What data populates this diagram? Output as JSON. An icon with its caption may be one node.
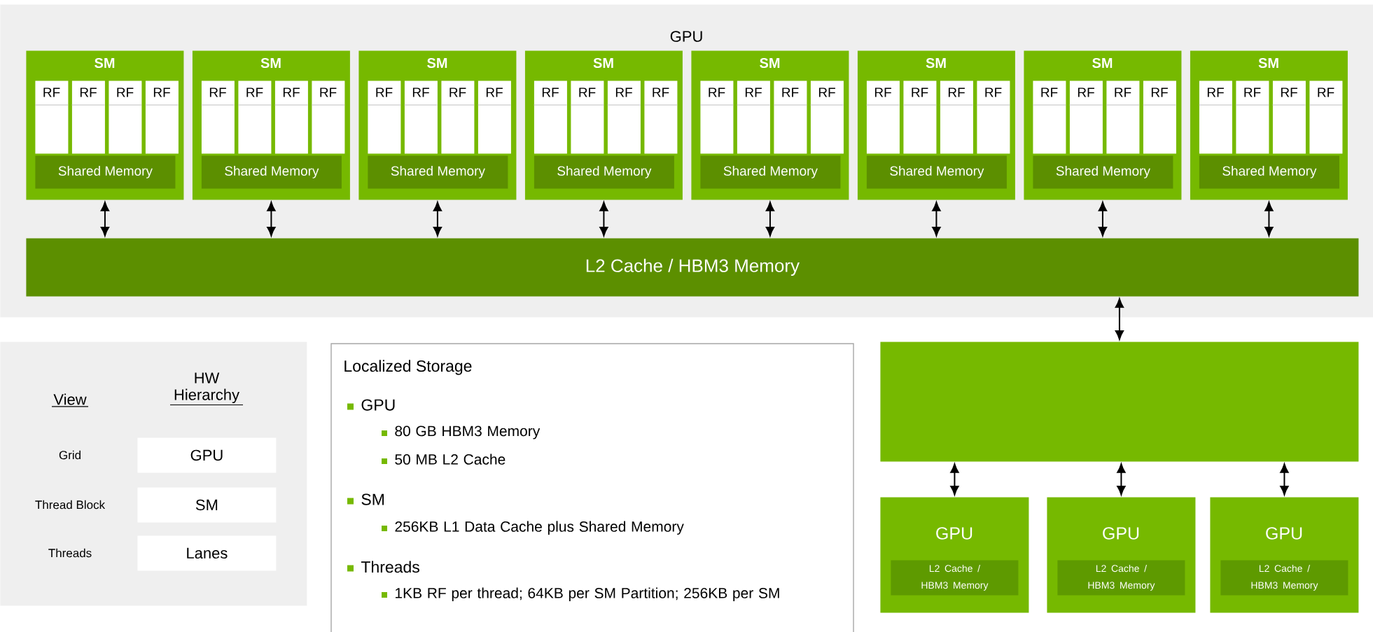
{
  "diagram": {
    "nodes": [
      {
        "text": [
          "GPU"
        ]
      },
      {
        "text": [
          "SM"
        ],
        "in": 0
      },
      {
        "text": [
          "RF"
        ],
        "in": 1
      },
      {
        "text": [
          "RF"
        ],
        "in": 1
      },
      {
        "text": [
          "RF"
        ],
        "in": 1
      },
      {
        "text": [
          "RF"
        ],
        "in": 1
      },
      {
        "text": [
          "Shared Memory"
        ],
        "in": 1
      },
      {
        "text": [
          "SM"
        ],
        "in": 0
      },
      {
        "text": [
          "RF"
        ],
        "in": 7
      },
      {
        "text": [
          "RF"
        ],
        "in": 7
      },
      {
        "text": [
          "RF"
        ],
        "in": 7
      },
      {
        "text": [
          "RF"
        ],
        "in": 7
      },
      {
        "text": [
          "Shared Memory"
        ],
        "in": 7
      },
      {
        "text": [
          "SM"
        ],
        "in": 0
      },
      {
        "text": [
          "RF"
        ],
        "in": 13
      },
      {
        "text": [
          "RF"
        ],
        "in": 13
      },
      {
        "text": [
          "RF"
        ],
        "in": 13
      },
      {
        "text": [
          "RF"
        ],
        "in": 13
      },
      {
        "text": [
          "Shared Memory"
        ],
        "in": 13
      },
      {
        "text": [
          "SM"
        ],
        "in": 0
      },
      {
        "text": [
          "RF"
        ],
        "in": 19
      },
      {
        "text": [
          "RF"
        ],
        "in": 19
      },
      {
        "text": [
          "RF"
        ],
        "in": 19
      },
      {
        "text": [
          "RF"
        ],
        "in": 19
      },
      {
        "text": [
          "Shared Memory"
        ],
        "in": 19
      },
      {
        "text": [
          "SM"
        ],
        "in": 0
      },
      {
        "text": [
          "RF"
        ],
        "in": 25
      },
      {
        "text": [
          "RF"
        ],
        "in": 25
      },
      {
        "text": [
          "RF"
        ],
        "in": 25
      },
      {
        "text": [
          "RF"
        ],
        "in": 25
      },
      {
        "text": [
          "Shared Memory"
        ],
        "in": 25
      },
      {
        "text": [
          "SM"
        ],
        "in": 0
      },
      {
        "text": [
          "RF"
        ],
        "in": 31
      },
      {
        "text": [
          "RF"
        ],
        "in": 31
      },
      {
        "text": [
          "RF"
        ],
        "in": 31
      },
      {
        "text": [
          "RF"
        ],
        "in": 31
      },
      {
        "text": [
          "Shared Memory"
        ],
        "in": 31
      },
      {
        "text": [
          "SM"
        ],
        "in": 0
      },
      {
        "text": [
          "RF"
        ],
        "in": 37
      },
      {
        "text": [
          "RF"
        ],
        "in": 37
      },
      {
        "text": [
          "RF"
        ],
        "in": 37
      },
      {
        "text": [
          "RF"
        ],
        "in": 37
      },
      {
        "text": [
          "Shared Memory"
        ],
        "in": 37
      },
      {
        "text": [
          "SM"
        ],
        "in": 0
      },
      {
        "text": [
          "RF"
        ],
        "in": 43
      },
      {
        "text": [
          "RF"
        ],
        "in": 43
      },
      {
        "text": [
          "RF"
        ],
        "in": 43
      },
      {
        "text": [
          "RF"
        ],
        "in": 43
      },
      {
        "text": [
          "Shared Memory"
        ],
        "in": 43
      },
      {
        "text": [
          "L2 Cache / HBM3 Memory"
        ],
        "in": 0
      },
      {
        "text": [],
        "shape": "box"
      },
      {
        "text": [
          "GPU"
        ]
      },
      {
        "text": [
          "L2 Cache / HBM3 Memory"
        ],
        "in": 51
      },
      {
        "text": [
          "GPU"
        ]
      },
      {
        "text": [
          "L2 Cache / HBM3 Memory"
        ],
        "in": 53
      },
      {
        "text": [
          "GPU"
        ]
      },
      {
        "text": [
          "L2 Cache / HBM3 Memory"
        ],
        "in": 55
      },
      {
        "text": [
          "View",
          "HW Hierarchy"
        ]
      },
      {
        "text": [
          "GPU"
        ],
        "in": 57
      },
      {
        "text": [
          "SM"
        ],
        "in": 57
      },
      {
        "text": [
          "Lanes"
        ],
        "in": 57
      },
      {
        "text": [
          "Localized Storage",
          "GPU",
          "80 GB HBM3 Memory",
          "50 MB L2 Cache",
          "SM",
          "256KB L1 Data Cache plus Shared Memory",
          "Threads",
          "1KB RF per thread; 64KB per SM Partition; 256KB per SM"
        ]
      }
    ],
    "edges": [
      {
        "from": 1,
        "to": 49,
        "arrow": "both"
      },
      {
        "from": 7,
        "to": 49,
        "arrow": "both"
      },
      {
        "from": 13,
        "to": 49,
        "arrow": "both"
      },
      {
        "from": 19,
        "to": 49,
        "arrow": "both"
      },
      {
        "from": 25,
        "to": 49,
        "arrow": "both"
      },
      {
        "from": 31,
        "to": 49,
        "arrow": "both"
      },
      {
        "from": 37,
        "to": 49,
        "arrow": "both"
      },
      {
        "from": 43,
        "to": 49,
        "arrow": "both"
      },
      {
        "from": 49,
        "to": 50,
        "arrow": "both"
      },
      {
        "from": 50,
        "to": 51,
        "arrow": "both"
      },
      {
        "from": 50,
        "to": 53,
        "arrow": "both"
      },
      {
        "from": 50,
        "to": 55,
        "arrow": "both"
      }
    ],
    "labels": [
      "Grid",
      "Thread Block",
      "Threads"
    ]
  }
}
